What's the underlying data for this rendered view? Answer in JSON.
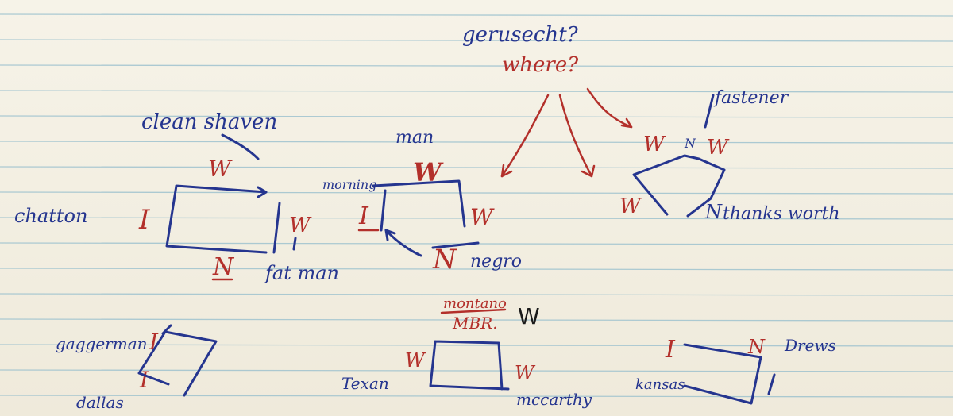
{
  "labels": {
    "gerusecht": "gerusecht?",
    "where": "where?",
    "clean_shaven": "clean shaven",
    "man": "man",
    "morning": "morning",
    "fastener": "fastener",
    "chatton": "chatton",
    "fat_man": "fat man",
    "negro": "negro",
    "thanksworth": "thanks worth",
    "montano": "montano",
    "mbr": "MBR.",
    "gaggerman": "gaggerman",
    "dallas": "dallas",
    "texan": "Texan",
    "mccarthy": "mccarthy",
    "kansas": "kansas",
    "drews": "Drews"
  },
  "marks": {
    "W": "W",
    "I": "I",
    "N": "N"
  },
  "colors": {
    "blue_ink": "#25358f",
    "red_ink": "#b3302b",
    "black_ink": "#1a1a1a",
    "ruling": "#9fc3cf",
    "paper": "#f3f0e4"
  }
}
